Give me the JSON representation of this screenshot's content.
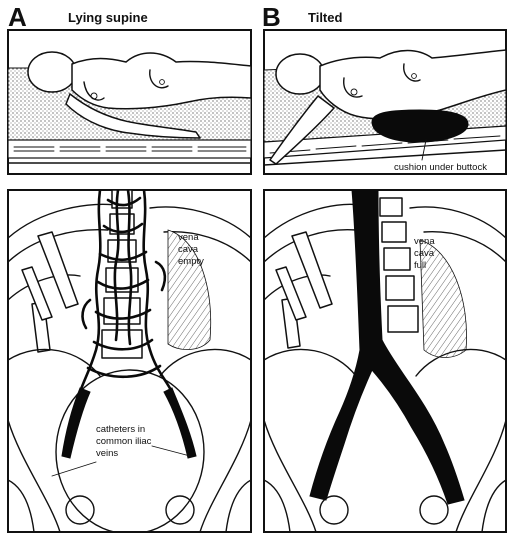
{
  "panels": {
    "a": {
      "letter": "A",
      "title": "Lying supine"
    },
    "b": {
      "letter": "B",
      "title": "Tilted"
    }
  },
  "labels": {
    "cushion": "cushion under buttock",
    "cava_empty": [
      "vena",
      "cava",
      "empty"
    ],
    "cava_full": [
      "vena",
      "cava",
      "full"
    ],
    "catheters": [
      "catheters in",
      "common iliac",
      "veins"
    ]
  }
}
